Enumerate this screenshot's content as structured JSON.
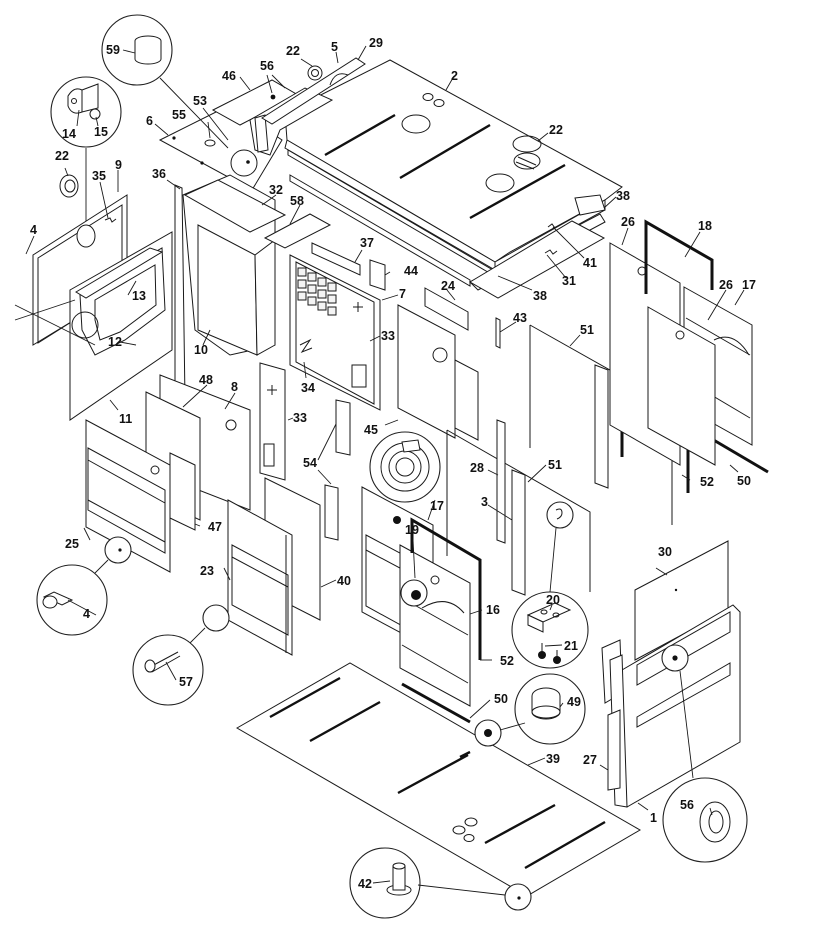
{
  "diagram": {
    "type": "exploded-parts-view",
    "subject": "stove / cabinet assembly",
    "line_color": "#1a1a1a",
    "background": "#ffffff",
    "callouts": [
      {
        "id": "c59",
        "label": "59",
        "part": "cap / plug (detail)"
      },
      {
        "id": "c22a",
        "label": "22",
        "part": "grommet (top rear)"
      },
      {
        "id": "c5",
        "label": "5",
        "part": "rear flue bracket"
      },
      {
        "id": "c29",
        "label": "29",
        "part": "bracket edge"
      },
      {
        "id": "c46",
        "label": "46",
        "part": "rear top plate"
      },
      {
        "id": "c56a",
        "label": "56",
        "part": "grommet holes"
      },
      {
        "id": "c53",
        "label": "53",
        "part": "mounting bracket"
      },
      {
        "id": "c55",
        "label": "55",
        "part": "collar"
      },
      {
        "id": "c6",
        "label": "6",
        "part": "rear top panel"
      },
      {
        "id": "c14",
        "label": "14",
        "part": "hinge (detail)"
      },
      {
        "id": "c15",
        "label": "15",
        "part": "hinge pin (detail)"
      },
      {
        "id": "c22b",
        "label": "22",
        "part": "grommet (left)"
      },
      {
        "id": "c9",
        "label": "9",
        "part": "rear panel"
      },
      {
        "id": "c35",
        "label": "35",
        "part": "rear panel label"
      },
      {
        "id": "c36",
        "label": "36",
        "part": "side divider"
      },
      {
        "id": "c32",
        "label": "32",
        "part": "top insulation"
      },
      {
        "id": "c58",
        "label": "58",
        "part": "insulation strip"
      },
      {
        "id": "c4a",
        "label": "4",
        "part": "screw"
      },
      {
        "id": "c13",
        "label": "13",
        "part": "hopper frame"
      },
      {
        "id": "c12",
        "label": "12",
        "part": "hopper"
      },
      {
        "id": "c10",
        "label": "10",
        "part": "inner box"
      },
      {
        "id": "c11",
        "label": "11",
        "part": "left side inner panel"
      },
      {
        "id": "c2",
        "label": "2",
        "part": "top panel"
      },
      {
        "id": "c22c",
        "label": "22",
        "part": "grommet (top)"
      },
      {
        "id": "c38a",
        "label": "38",
        "part": "front trim"
      },
      {
        "id": "c41",
        "label": "41",
        "part": "top label"
      },
      {
        "id": "c31",
        "label": "31",
        "part": "lower top plate label"
      },
      {
        "id": "c38b",
        "label": "38",
        "part": "rear trim"
      },
      {
        "id": "c37",
        "label": "37",
        "part": "insulation block"
      },
      {
        "id": "c44",
        "label": "44",
        "part": "cover plate"
      },
      {
        "id": "c7",
        "label": "7",
        "part": "control panel frame"
      },
      {
        "id": "c33a",
        "label": "33",
        "part": "label"
      },
      {
        "id": "c34",
        "label": "34",
        "part": "wire harness"
      },
      {
        "id": "c24",
        "label": "24",
        "part": "door frame"
      },
      {
        "id": "c43",
        "label": "43",
        "part": "pin"
      },
      {
        "id": "c51a",
        "label": "51",
        "part": "gasket frame (upper)"
      },
      {
        "id": "c26a",
        "label": "26",
        "part": "side glass panel"
      },
      {
        "id": "c18",
        "label": "18",
        "part": "side gasket"
      },
      {
        "id": "c26b",
        "label": "26",
        "part": "side glass panel"
      },
      {
        "id": "c17a",
        "label": "17",
        "part": "side door"
      },
      {
        "id": "c48",
        "label": "48",
        "part": "insulation board"
      },
      {
        "id": "c8",
        "label": "8",
        "part": "left side panel"
      },
      {
        "id": "c33b",
        "label": "33",
        "part": "side strip panel"
      },
      {
        "id": "c45",
        "label": "45",
        "part": "fan housing panel"
      },
      {
        "id": "c54",
        "label": "54",
        "part": "insulation blocks"
      },
      {
        "id": "c28",
        "label": "28",
        "part": "rod"
      },
      {
        "id": "c51b",
        "label": "51",
        "part": "gasket frame (lower)"
      },
      {
        "id": "c52a",
        "label": "52",
        "part": "gasket (right)"
      },
      {
        "id": "c50a",
        "label": "50",
        "part": "seal strip (right)"
      },
      {
        "id": "c3",
        "label": "3",
        "part": "channel"
      },
      {
        "id": "c17b",
        "label": "17",
        "part": "front door"
      },
      {
        "id": "c19",
        "label": "19",
        "part": "door handle"
      },
      {
        "id": "c25",
        "label": "25",
        "part": "left outer panel"
      },
      {
        "id": "c47",
        "label": "47",
        "part": "insulation plate"
      },
      {
        "id": "c23",
        "label": "23",
        "part": "door assembly"
      },
      {
        "id": "c40",
        "label": "40",
        "part": "side strip"
      },
      {
        "id": "c16",
        "label": "16",
        "part": "front door outer"
      },
      {
        "id": "c52b",
        "label": "52",
        "part": "gasket (front)"
      },
      {
        "id": "c20",
        "label": "20",
        "part": "latch plate (detail)"
      },
      {
        "id": "c21",
        "label": "21",
        "part": "screws (detail)"
      },
      {
        "id": "c30",
        "label": "30",
        "part": "top right plate"
      },
      {
        "id": "c4b",
        "label": "4",
        "part": "screw (detail)"
      },
      {
        "id": "c57",
        "label": "57",
        "part": "bolt (detail)"
      },
      {
        "id": "c50b",
        "label": "50",
        "part": "seal strip (bottom)"
      },
      {
        "id": "c49",
        "label": "49",
        "part": "fitting (detail)"
      },
      {
        "id": "c39",
        "label": "39",
        "part": "base plate"
      },
      {
        "id": "c27",
        "label": "27",
        "part": "right insulation strip"
      },
      {
        "id": "c1",
        "label": "1",
        "part": "right side panel"
      },
      {
        "id": "c56b",
        "label": "56",
        "part": "grommet (detail)"
      },
      {
        "id": "c42",
        "label": "42",
        "part": "leveling foot (detail)"
      }
    ]
  }
}
